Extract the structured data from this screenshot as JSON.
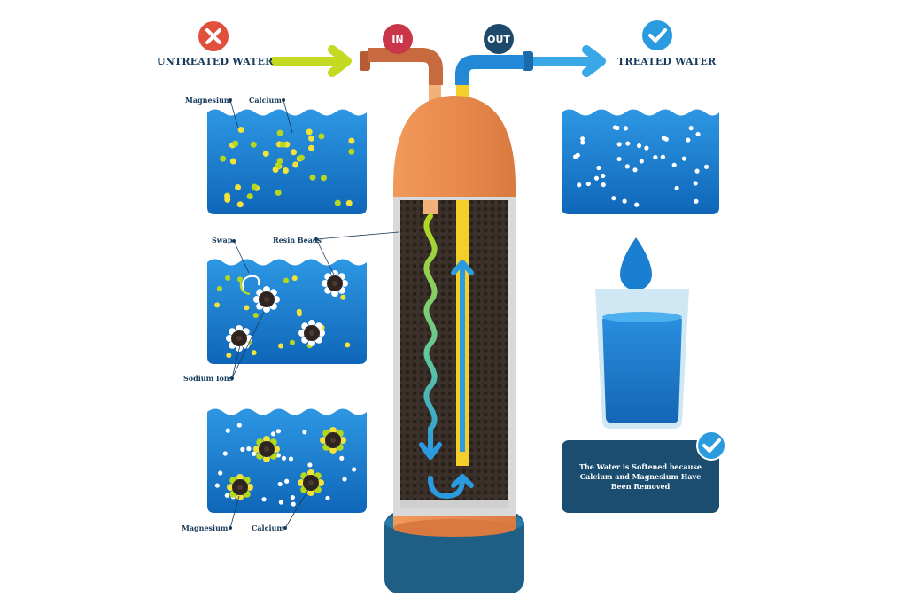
{
  "header": {
    "untreated_label": "UNTREATED WATER",
    "treated_label": "TREATED WATER",
    "in_label": "IN",
    "out_label": "OUT"
  },
  "panel1": {
    "magnesium": "Magnesium",
    "calcium": "Calcium"
  },
  "panel2": {
    "swap": "Swap",
    "resin_beads": "Resin Beads",
    "sodium_ions": "Sodium Ions"
  },
  "panel3": {
    "magnesium": "Magnesium",
    "calcium": "Calcium"
  },
  "result_note": "The Water is Softened because Calcium and Magnesium Have Been Removed",
  "icons": {
    "untreated": "cross-icon",
    "treated": "check-icon",
    "note": "check-icon"
  },
  "colors": {
    "water_blue": "#1a7fd0",
    "tank_orange": "#e9894f",
    "resin_dark": "#3a2f2a",
    "magnesium": "#b5d81c",
    "calcium": "#f3e23a",
    "sodium": "#ffffff",
    "red_badge": "#e0503c",
    "navy": "#153a5b"
  }
}
